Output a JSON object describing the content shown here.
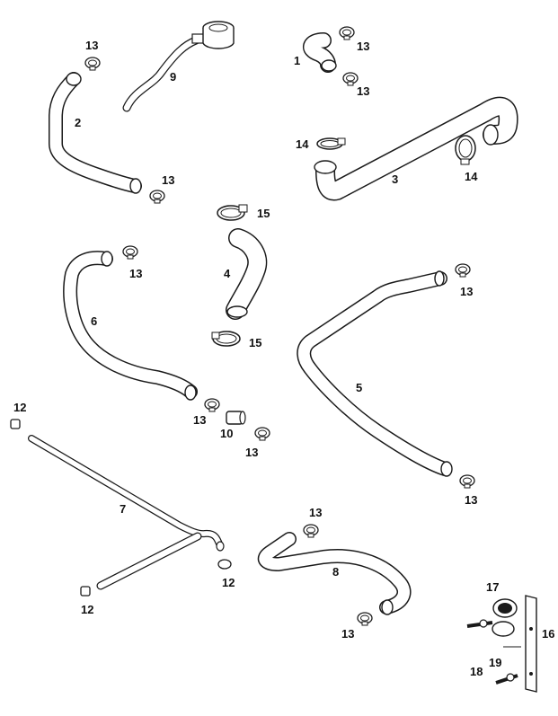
{
  "diagram": {
    "type": "exploded-parts-diagram",
    "subject": "coolant hoses and clamps",
    "parts": [
      {
        "id": "p1",
        "number": "1",
        "name": "elbow-hose"
      },
      {
        "id": "p2",
        "number": "2",
        "name": "upper-hose"
      },
      {
        "id": "p3",
        "number": "3",
        "name": "long-radiator-hose"
      },
      {
        "id": "p4",
        "number": "4",
        "name": "short-curved-hose"
      },
      {
        "id": "p5",
        "number": "5",
        "name": "long-bent-hose"
      },
      {
        "id": "p6",
        "number": "6",
        "name": "curved-hose"
      },
      {
        "id": "p7",
        "number": "7",
        "name": "metal-pipe"
      },
      {
        "id": "p8",
        "number": "8",
        "name": "lower-hose"
      },
      {
        "id": "p9",
        "number": "9",
        "name": "breather-hose-with-cap"
      },
      {
        "id": "p10",
        "number": "10",
        "name": "connector"
      },
      {
        "id": "p12",
        "number": "12",
        "name": "small-clip"
      },
      {
        "id": "p13",
        "number": "13",
        "name": "hose-clamp"
      },
      {
        "id": "p14",
        "number": "14",
        "name": "large-hose-clamp"
      },
      {
        "id": "p15",
        "number": "15",
        "name": "band-clamp"
      },
      {
        "id": "p16",
        "number": "16",
        "name": "mounting-bracket"
      },
      {
        "id": "p17",
        "number": "17",
        "name": "grommet"
      },
      {
        "id": "p18",
        "number": "18",
        "name": "bolt"
      },
      {
        "id": "p19",
        "number": "19",
        "name": "washer"
      }
    ]
  },
  "colors": {
    "line": "#1a1a1a",
    "fill": "#ffffff",
    "text": "#111111"
  }
}
